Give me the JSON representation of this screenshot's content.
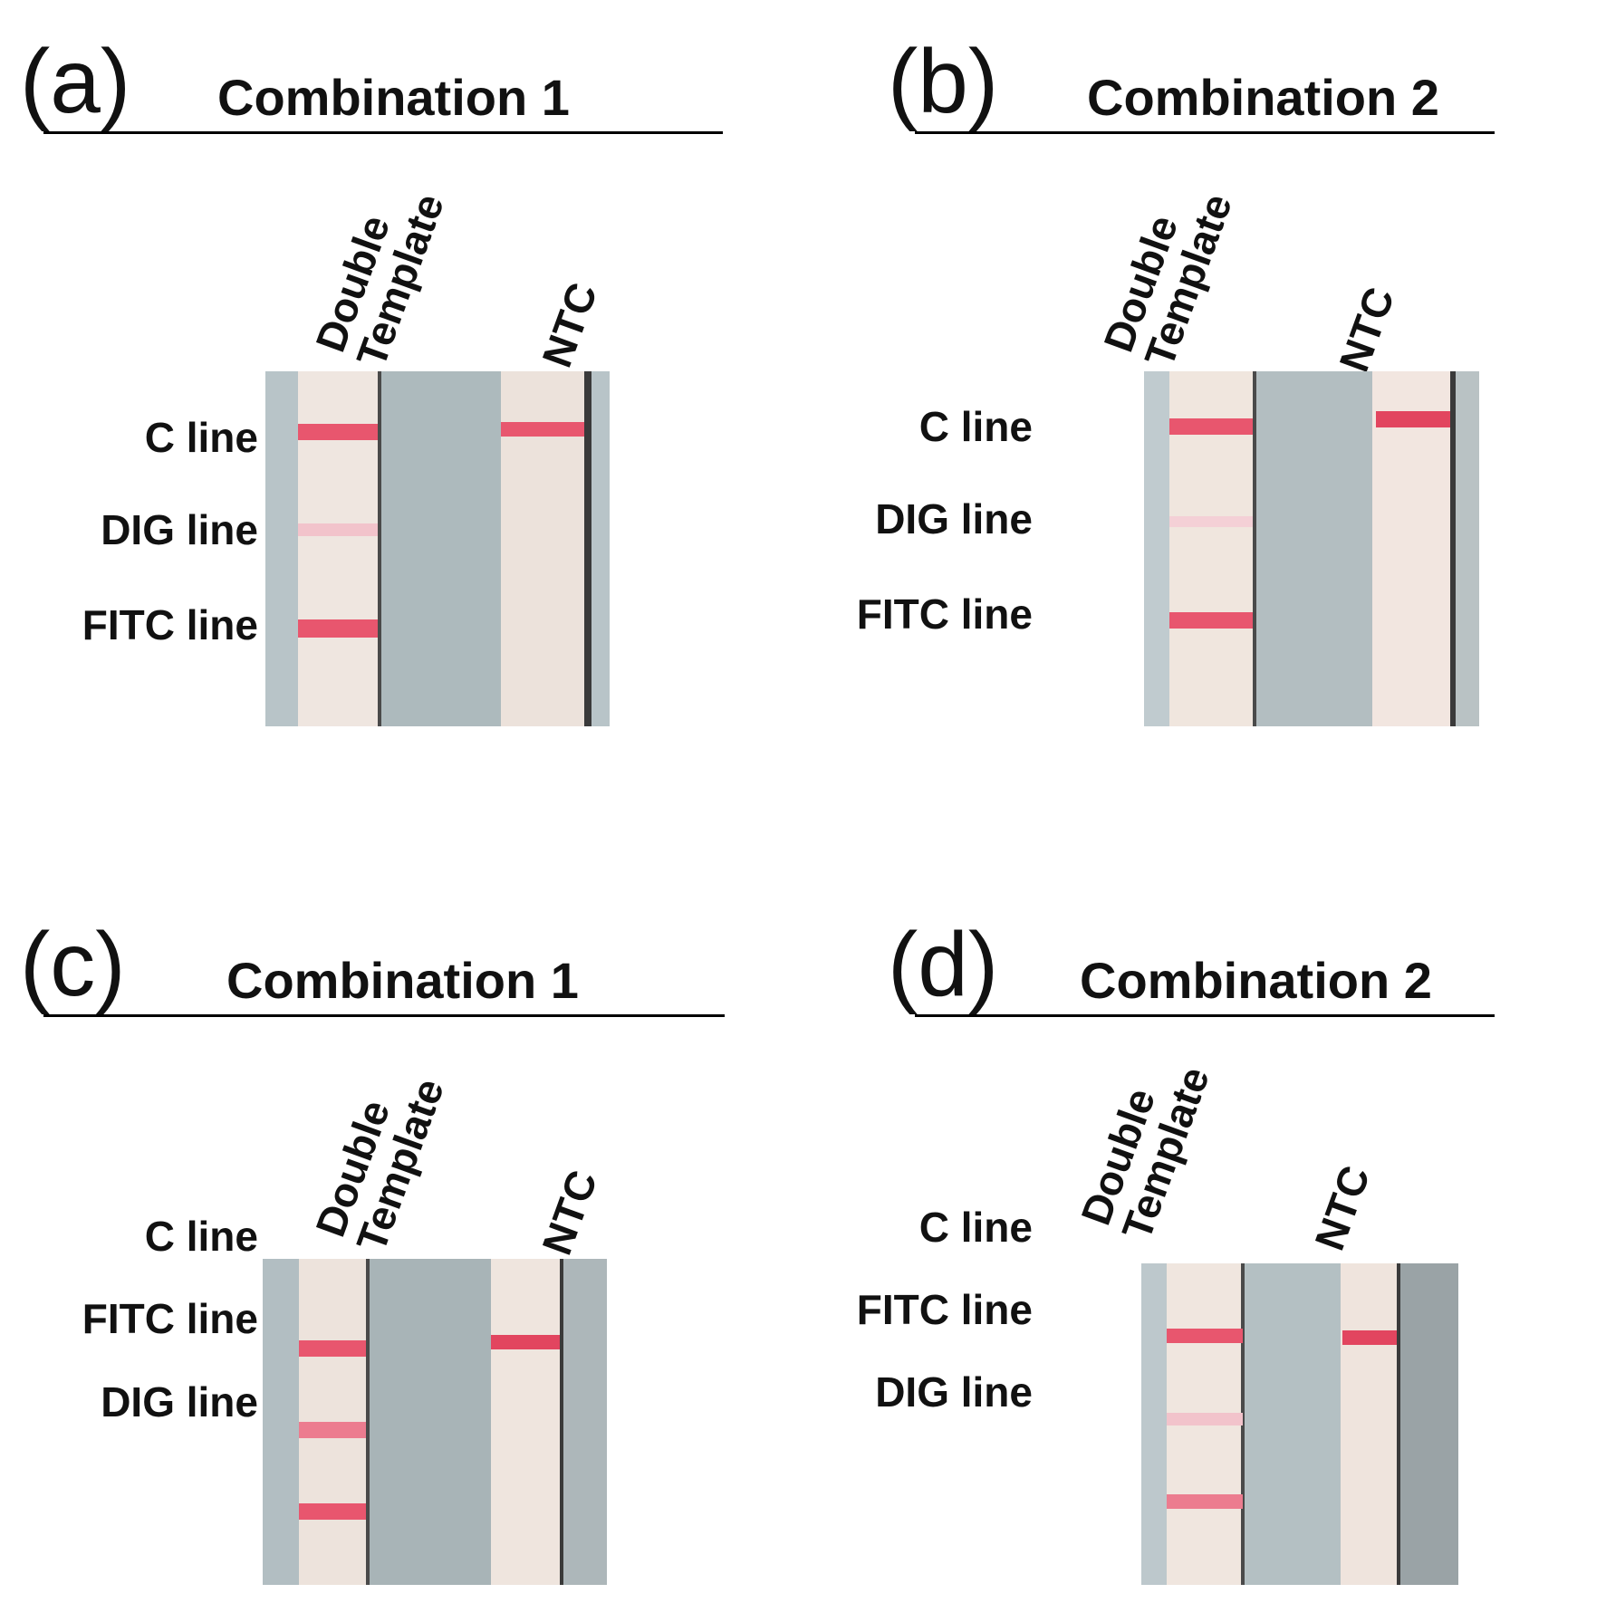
{
  "panels": [
    {
      "letter": "(a)",
      "title": "Combination 1",
      "lanes": [
        {
          "line1": "Double",
          "line2": "Template"
        },
        {
          "line1": "NTC"
        }
      ],
      "line_labels": [
        "C line",
        "DIG line",
        "FITC line"
      ]
    },
    {
      "letter": "(b)",
      "title": "Combination 2",
      "lanes": [
        {
          "line1": "Double",
          "line2": "Template"
        },
        {
          "line1": "NTC"
        }
      ],
      "line_labels": [
        "C line",
        "DIG line",
        "FITC line"
      ]
    },
    {
      "letter": "(c)",
      "title": "Combination 1",
      "lanes": [
        {
          "line1": "Double",
          "line2": "Template"
        },
        {
          "line1": "NTC"
        }
      ],
      "line_labels": [
        "C line",
        "FITC line",
        "DIG line"
      ]
    },
    {
      "letter": "(d)",
      "title": "Combination 2",
      "lanes": [
        {
          "line1": "Double",
          "line2": "Template"
        },
        {
          "line1": "NTC"
        }
      ],
      "line_labels": [
        "C line",
        "FITC line",
        "DIG line"
      ]
    }
  ],
  "colors": {
    "band_red": "#e8566e",
    "band_faint": "#f2c3cb",
    "strip_pad": "#f0e6e1",
    "backing_blue": "#b8c6cc",
    "gap_gray": "#a9b5b9"
  }
}
